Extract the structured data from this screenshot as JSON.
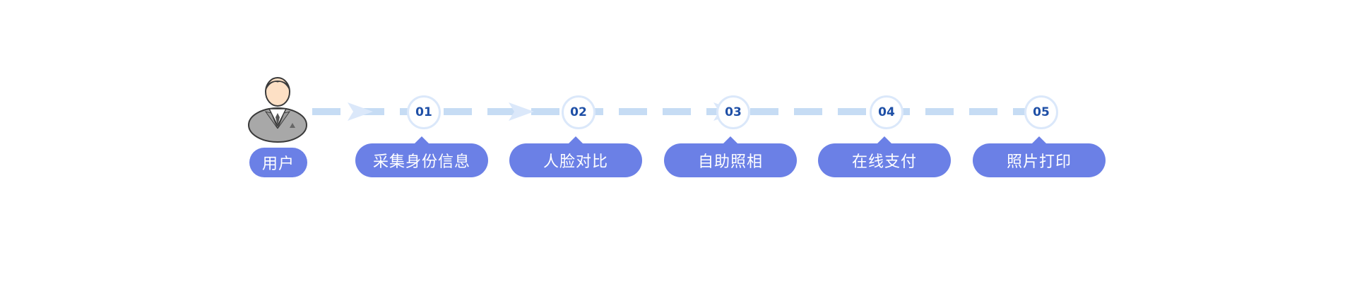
{
  "user": {
    "label": "用户"
  },
  "steps": [
    {
      "number": "01",
      "label": "采集身份信息"
    },
    {
      "number": "02",
      "label": "人脸对比"
    },
    {
      "number": "03",
      "label": "自助照相"
    },
    {
      "number": "04",
      "label": "在线支付"
    },
    {
      "number": "05",
      "label": "照片打印"
    }
  ],
  "colors": {
    "pill": "#6b80e6",
    "dash": "#c6dcf4",
    "circle_border": "#dbe8fa",
    "number_text": "#1e4fa6"
  }
}
